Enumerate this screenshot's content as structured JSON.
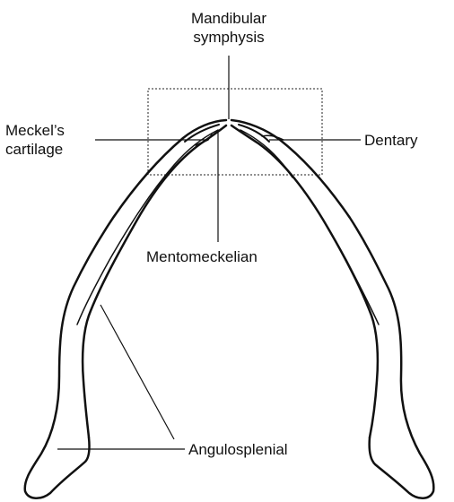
{
  "labels": {
    "mandibular_symphysis": [
      "Mandibular",
      "symphysis"
    ],
    "meckels_cartilage": [
      "Meckel’s",
      "cartilage"
    ],
    "dentary": "Dentary",
    "mentomeckelian": "Mentomeckelian",
    "angulosplenial": "Angulosplenial"
  },
  "colors": {
    "line": "#111111",
    "background": "#ffffff"
  }
}
